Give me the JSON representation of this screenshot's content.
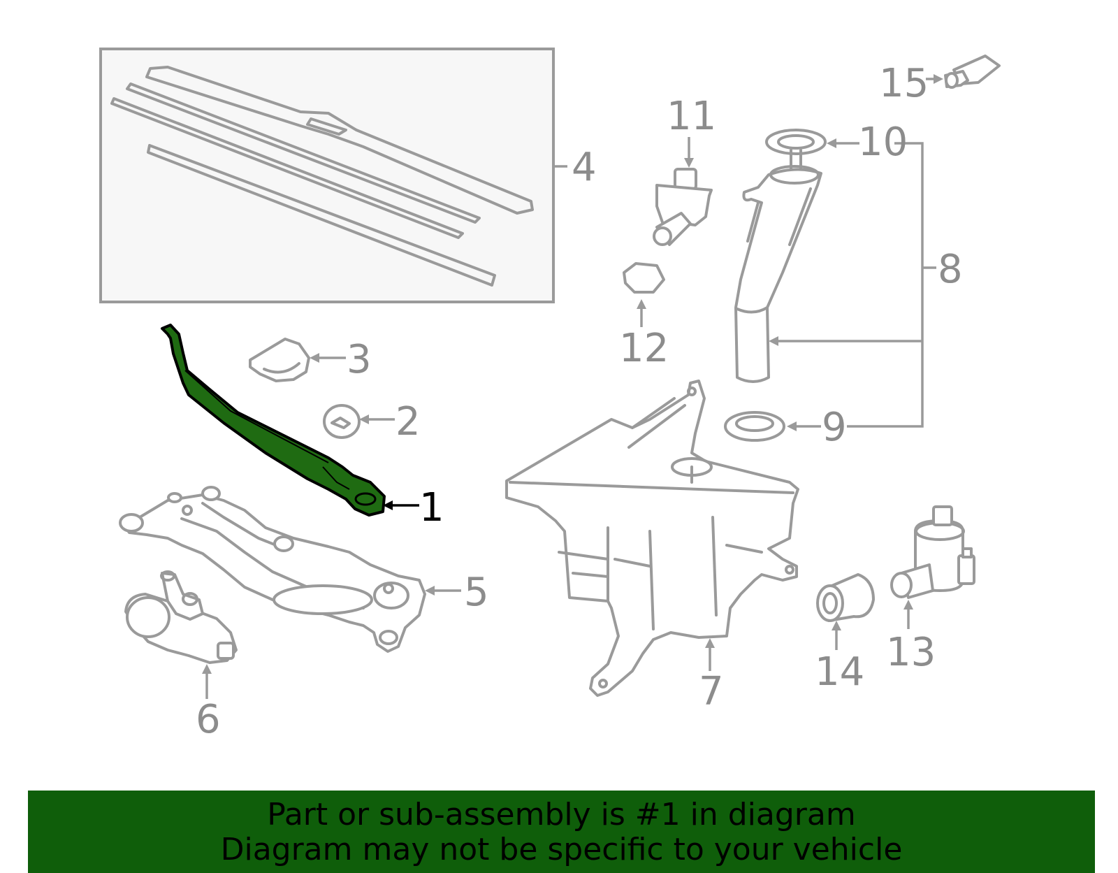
{
  "callouts": {
    "c1": "1",
    "c2": "2",
    "c3": "3",
    "c4": "4",
    "c5": "5",
    "c6": "6",
    "c7": "7",
    "c8": "8",
    "c9": "9",
    "c10": "10",
    "c11": "11",
    "c12": "12",
    "c13": "13",
    "c14": "14",
    "c15": "15"
  },
  "highlight": {
    "part": "1",
    "color": "#1f6b12"
  },
  "banner": {
    "line1": "Part or sub-assembly is #1 in diagram",
    "line2": "Diagram may not be specific to your vehicle",
    "background": "#0f5e0a"
  }
}
